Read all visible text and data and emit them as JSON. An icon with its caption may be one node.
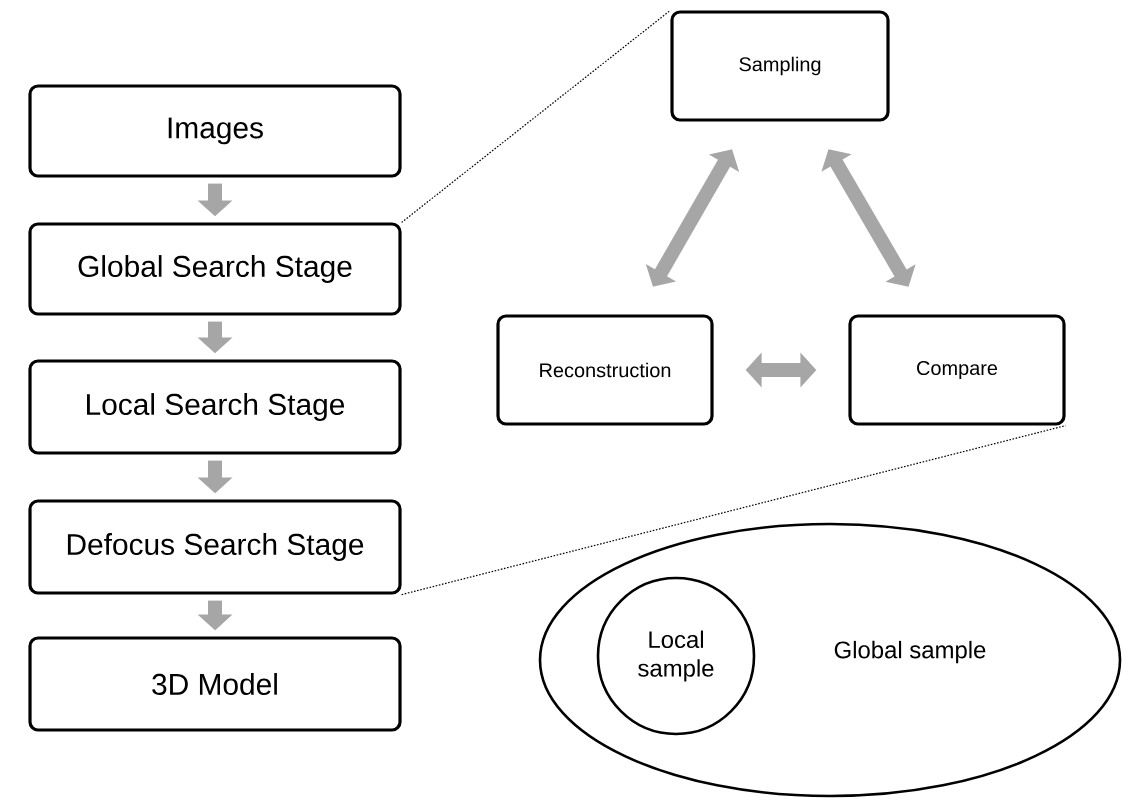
{
  "diagram": {
    "nodes": [
      {
        "text": [
          "Images"
        ]
      },
      {
        "text": [
          "Global Search Stage"
        ]
      },
      {
        "text": [
          "Local Search Stage"
        ]
      },
      {
        "text": [
          "Defocus Search Stage"
        ]
      },
      {
        "text": [
          "3D Model"
        ]
      },
      {
        "text": [
          "Sampling"
        ]
      },
      {
        "text": [
          "Reconstruction"
        ]
      },
      {
        "text": [
          "Compare"
        ]
      },
      {
        "text": [
          "Global sample"
        ]
      },
      {
        "text": [
          "Local sample"
        ],
        "in": 8
      }
    ],
    "edges": [
      {
        "from": 0,
        "to": 1,
        "arrow": "to"
      },
      {
        "from": 1,
        "to": 2,
        "arrow": "to"
      },
      {
        "from": 2,
        "to": 3,
        "arrow": "to"
      },
      {
        "from": 3,
        "to": 4,
        "arrow": "to"
      },
      {
        "from": 5,
        "to": 6,
        "arrow": "both"
      },
      {
        "from": 5,
        "to": 7,
        "arrow": "both"
      },
      {
        "from": 6,
        "to": 7,
        "arrow": "both"
      },
      {
        "from": 1,
        "to": 5,
        "arrow": "none",
        "style": "dashed",
        "color": "#000000"
      },
      {
        "from": 3,
        "to": 7,
        "arrow": "none",
        "style": "dashed",
        "color": "#000000"
      }
    ]
  }
}
